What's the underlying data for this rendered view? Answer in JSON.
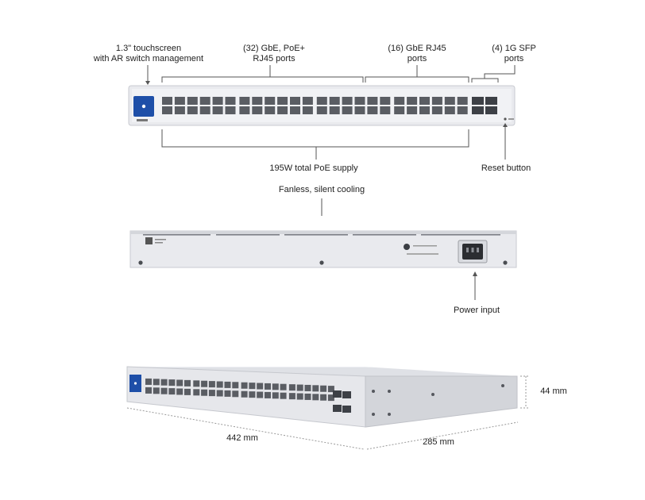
{
  "front_labels": {
    "touchscreen": [
      "1.3\" touchscreen",
      "with AR switch management"
    ],
    "poe_ports": [
      "(32) GbE, PoE+",
      "RJ45 ports"
    ],
    "gbe_ports": [
      "(16) GbE RJ45",
      "ports"
    ],
    "sfp_ports": [
      "(4) 1G SFP",
      "ports"
    ],
    "poe_supply": "195W total PoE supply",
    "reset": "Reset button"
  },
  "rear_labels": {
    "cooling": "Fanless, silent cooling",
    "power": "Power input"
  },
  "dimensions": {
    "width": "442 mm",
    "depth": "285 mm",
    "height": "44 mm"
  },
  "colors": {
    "chassis": "#e9eaee",
    "chassis_edge": "#c9cbd1",
    "port": "#5a5d63",
    "display": "#1e4fa8",
    "line": "#555555"
  }
}
